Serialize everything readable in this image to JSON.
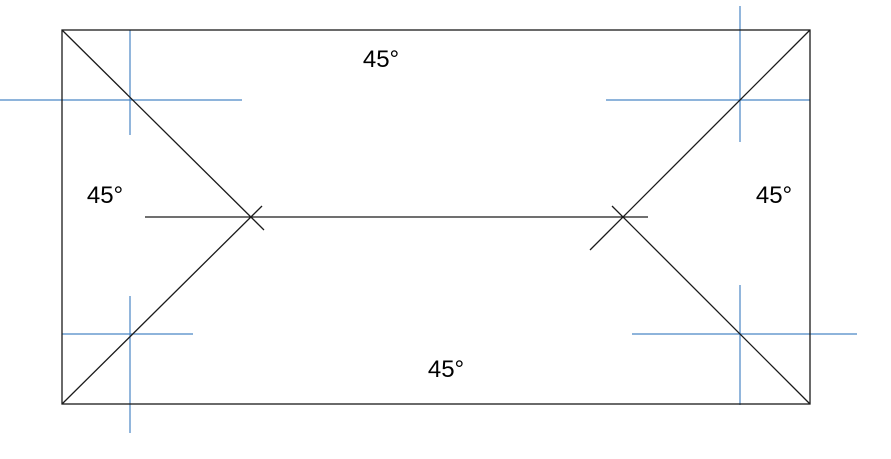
{
  "diagram": {
    "angle_labels": {
      "top": "45°",
      "left": "45°",
      "right": "45°",
      "bottom": "45°"
    },
    "colors": {
      "outline": "#1a1a1a",
      "guide": "#4a86c5",
      "background": "#ffffff"
    }
  }
}
